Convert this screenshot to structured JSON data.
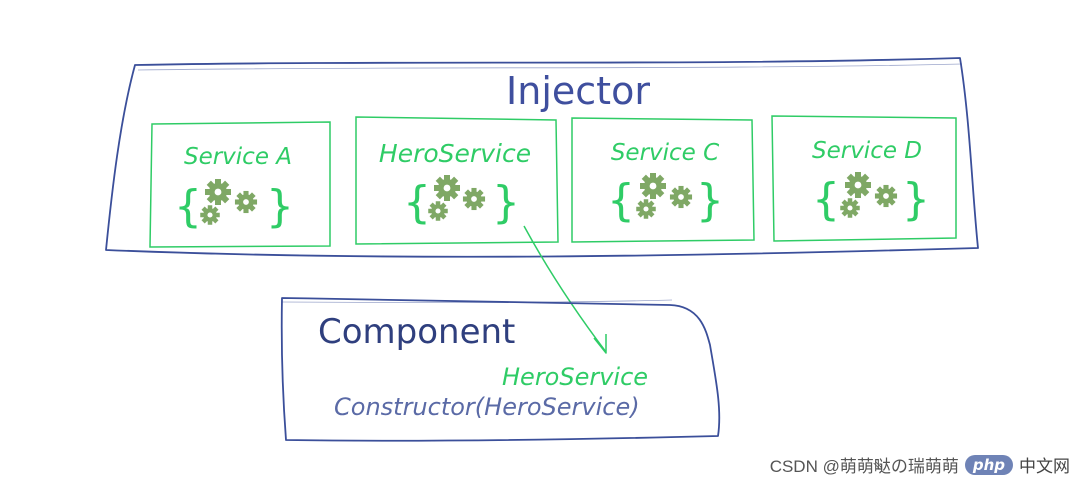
{
  "injector": {
    "title": "Injector"
  },
  "services": [
    {
      "label": "Service A"
    },
    {
      "label": "HeroService"
    },
    {
      "label": "Service C"
    },
    {
      "label": "Service D"
    }
  ],
  "component": {
    "title": "Component",
    "provided": "HeroService",
    "constructor": "Constructor(HeroService)"
  },
  "watermark": {
    "source": "CSDN @萌萌哒の瑞萌萌",
    "php_badge": "php",
    "cn_site": "中文网"
  },
  "colors": {
    "outline_blue": "#3b4f9a",
    "title_blue": "#3f4f9e",
    "green": "#2fcc66",
    "gear_green": "#7fa865",
    "constructor_blue": "#5a6aa6"
  }
}
